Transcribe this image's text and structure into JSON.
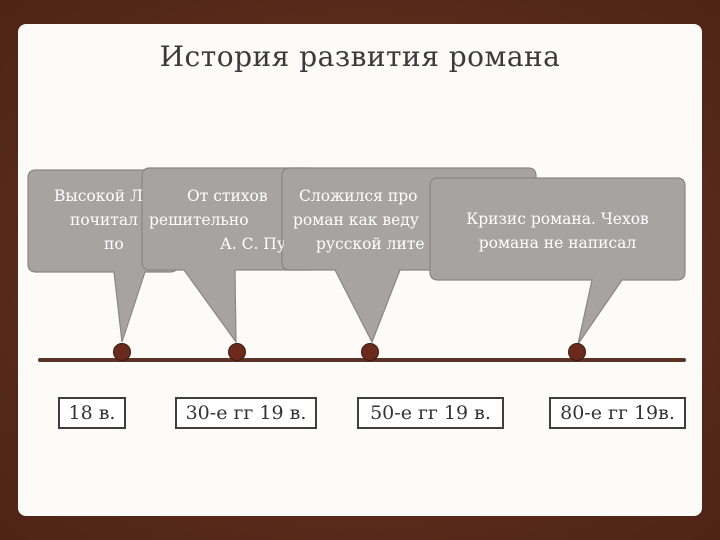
{
  "title": "История развития романа",
  "callouts": [
    {
      "lines": [
        "Высокой Л",
        "почитал",
        "по"
      ]
    },
    {
      "lines": [
        "От стихов",
        "решительно",
        "А. С. Пу"
      ]
    },
    {
      "lines": [
        "Сложился про",
        "роман как веду",
        "русской лите"
      ]
    },
    {
      "lines": [
        "Кризис романа. Чехов",
        "романа не написал"
      ]
    }
  ],
  "periods": [
    "18 в.",
    "30-е гг 19 в.",
    "50-е гг 19 в.",
    "80-е гг 19в."
  ],
  "colors": {
    "callout_fill": "#a7a3a1",
    "callout_stroke": "#8a8684",
    "timeline": "#5b3425",
    "marker": "#6b2a1c",
    "frame": "#5a2c1b"
  }
}
